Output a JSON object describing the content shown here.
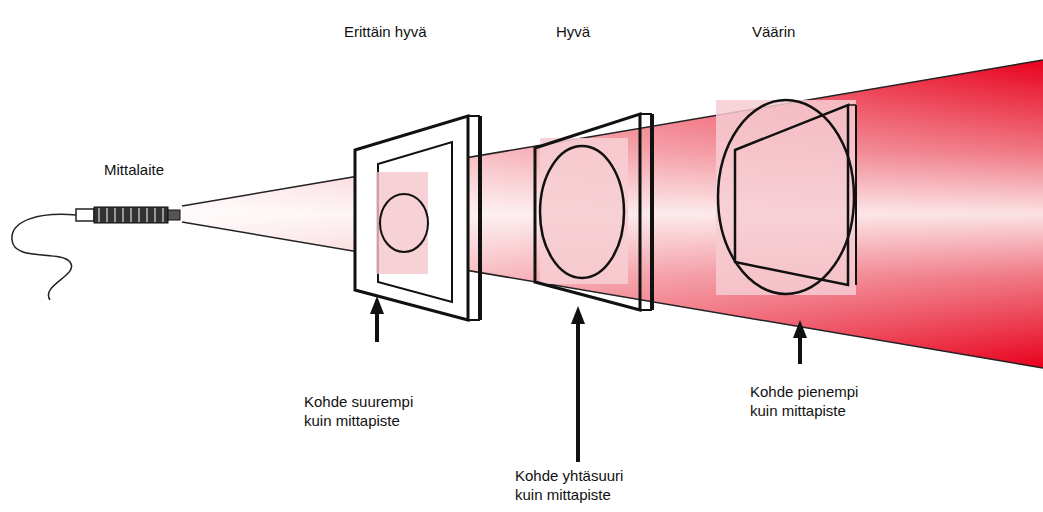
{
  "diagram": {
    "labels": [
      "Mittalaite",
      "Erittäin hyvä",
      "Hyvä",
      "Väärin",
      "Kohde suurempi kuin mittapiste",
      "Kohde yhtäsuuri kuin mittapiste",
      "Kohde pienempi kuin mittapiste"
    ]
  }
}
